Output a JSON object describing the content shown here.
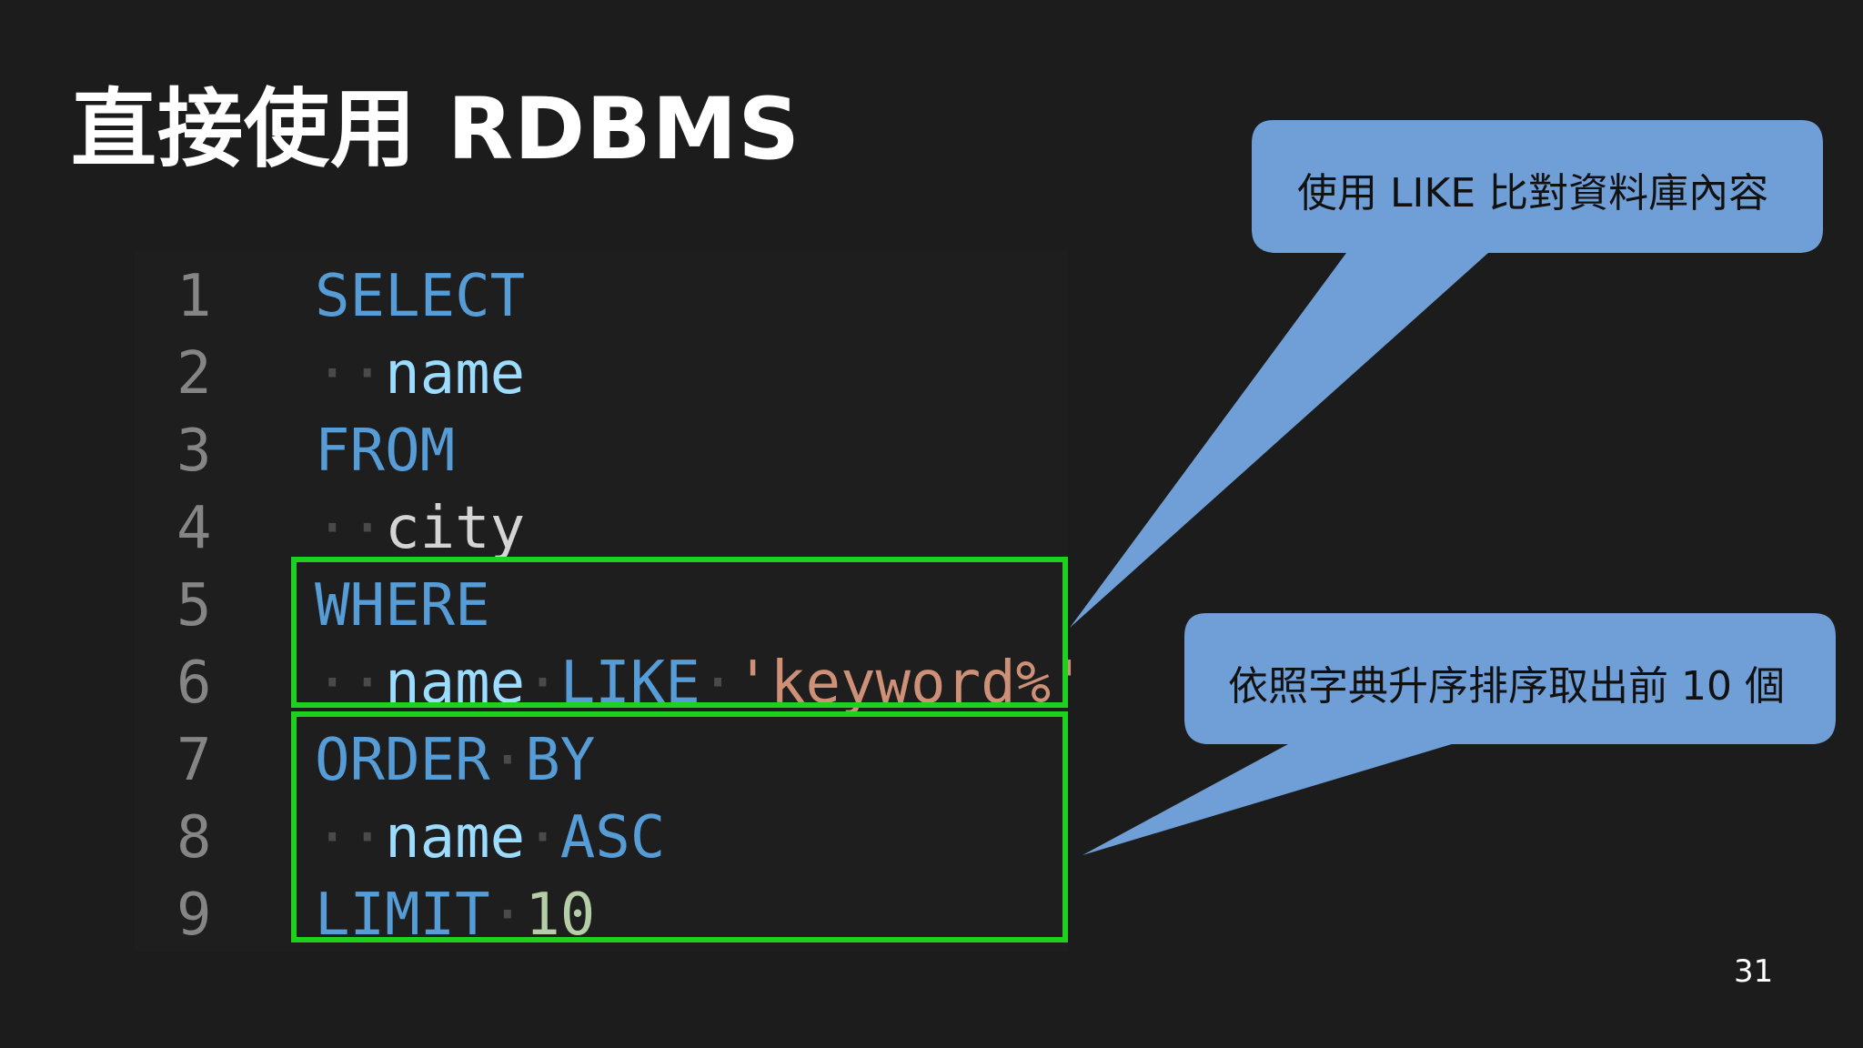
{
  "slide": {
    "title": "直接使用 RDBMS",
    "page_number": "31"
  },
  "code": {
    "lines": [
      {
        "num": "1",
        "tokens": [
          {
            "t": "SELECT",
            "c": "kw"
          }
        ]
      },
      {
        "num": "2",
        "tokens": [
          {
            "t": "··",
            "c": "ws"
          },
          {
            "t": "name",
            "c": "id"
          }
        ]
      },
      {
        "num": "3",
        "tokens": [
          {
            "t": "FROM",
            "c": "kw"
          }
        ]
      },
      {
        "num": "4",
        "tokens": [
          {
            "t": "··",
            "c": "ws"
          },
          {
            "t": "city",
            "c": "plain"
          }
        ]
      },
      {
        "num": "5",
        "tokens": [
          {
            "t": "WHERE",
            "c": "kw"
          }
        ]
      },
      {
        "num": "6",
        "tokens": [
          {
            "t": "··",
            "c": "ws"
          },
          {
            "t": "name",
            "c": "id"
          },
          {
            "t": "·",
            "c": "ws"
          },
          {
            "t": "LIKE",
            "c": "kw"
          },
          {
            "t": "·",
            "c": "ws"
          },
          {
            "t": "'keyword%'",
            "c": "str"
          }
        ]
      },
      {
        "num": "7",
        "tokens": [
          {
            "t": "ORDER",
            "c": "kw"
          },
          {
            "t": "·",
            "c": "ws"
          },
          {
            "t": "BY",
            "c": "kw"
          }
        ]
      },
      {
        "num": "8",
        "tokens": [
          {
            "t": "··",
            "c": "ws"
          },
          {
            "t": "name",
            "c": "id"
          },
          {
            "t": "·",
            "c": "ws"
          },
          {
            "t": "ASC",
            "c": "kw"
          }
        ]
      },
      {
        "num": "9",
        "tokens": [
          {
            "t": "LIMIT",
            "c": "kw"
          },
          {
            "t": "·",
            "c": "ws"
          },
          {
            "t": "10",
            "c": "num"
          }
        ]
      }
    ]
  },
  "callouts": {
    "like": "使用 LIKE 比對資料庫內容",
    "order": "依照字典升序排序取出前 10 個"
  },
  "colors": {
    "background": "#1c1c1c",
    "highlight_border": "#1fd11f",
    "callout_fill": "#6f9fd6",
    "keyword": "#569cd6",
    "identifier": "#9cdcfe",
    "string": "#ce9178",
    "number": "#b5cea8"
  }
}
